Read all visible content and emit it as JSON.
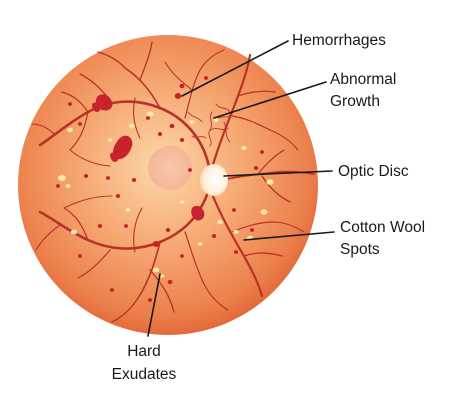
{
  "diagram": {
    "labels": {
      "hemorrhages": "Hemorrhages",
      "abnormal_growth_line1": "Abnormal",
      "abnormal_growth_line2": "Growth",
      "optic_disc": "Optic Disc",
      "cotton_wool_line1": "Cotton Wool",
      "cotton_wool_line2": "Spots",
      "hard_exudates_line1": "Hard",
      "hard_exudates_line2": "Exudates"
    },
    "colors": {
      "retina_center": "#fbd3a4",
      "retina_mid": "#f39b68",
      "retina_edge": "#e2683c",
      "vessel": "#b8322a",
      "hemorrhage": "#c8232c",
      "optic_disc": "#fff6ea",
      "exudate": "#ffe7a8",
      "macula": "#f6b99a"
    }
  }
}
